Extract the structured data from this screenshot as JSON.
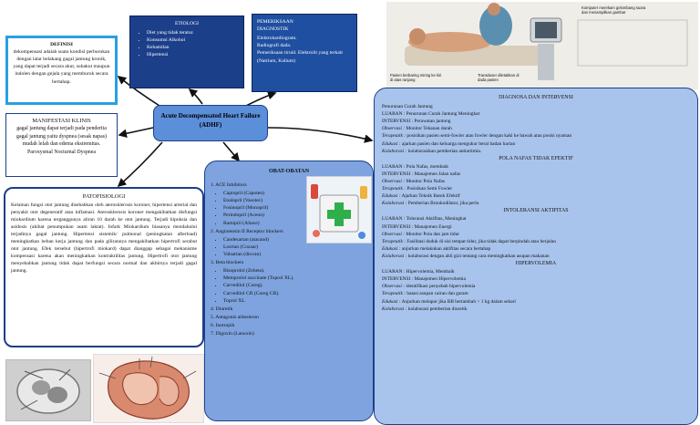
{
  "title": "Acute Decompensated Heart Failure (ADHF)",
  "definisi": {
    "title": "DEFINISI",
    "text": "dekompensasi adalah suatu kondisi perburukan dengan latar belakang gagal jantung kronik, yang dapat terjadi secara akut, subakut maupun indolen dengan gejala yang memburuk secara bertahap."
  },
  "manifestasi": {
    "title": "MANIFESTASI KLINIS",
    "text": "gagal jantung dapat terjadi pada penderita gagal jantung yaitu dyspnea (sesak napas) mudah lelah dan edema ekstremitas. Paroxysmal Nocturnal Dyspnea"
  },
  "etiologi": {
    "title": "ETIOLOGI",
    "items": [
      "Diet yang tidak teratur.",
      "Konsumsi Alkohol",
      "Kehamilan",
      "Hipertensi"
    ]
  },
  "pemeriksaan": {
    "title": "PEMERIKSAAN DIAGNOSTIK",
    "items": [
      "Elektrokardiogram.",
      "Radiografi dada.",
      "Pemeriksaan tiroid. Elektrolit yang terkait",
      "(Natrium, Kalium)"
    ]
  },
  "patofisiologi": {
    "title": "PATOFISIOLOGI",
    "text": "Kelainan fungsi otot jantung disebabkan oleh aterosklerosis koroner, hipertensi arterial dan penyakit otot degeneratif atau inflamasi. Aterosklerosis koroner mengakibatkan disfungsi miokardium karena terganggunya aliran 10 darah ke otot jantung. Terjadi hipoksia dan asidosis (akibat penumpukan asam laktat). Infark Miokardium biasanya mendahului terjadinya gagal jantung. Hipertensi sistemik/ pulmonal (peningkatan afterload) meningkatkan beban kerja jantung dan pada gilirannya mengakibatkan hipertrofi serabut otot jantung. Efek tersebut (hipertrofi miokard) dapat dianggap sebagai mekanisme kompensasi karena akan meningkatkan kontraktilitas jantung. Hipertrofi otot jantung menyebabkan jantung tidak dapat berfungsi secara normal dan akhirnya terjadi gagal jantung."
  },
  "obat": {
    "title": "OBAT-OBATAN",
    "groups": [
      {
        "label": "1. ACE Inhibitors",
        "items": [
          "Captopril (Capoten)",
          "Enalapril (Vasotec)",
          "Fosinopril (Monopril)",
          "Perindopril (Aceon)",
          "Ramipril (Altace)"
        ]
      },
      {
        "label": "2. Angiotensin II Receptor blockers",
        "items": [
          "Candesartan (atacand)",
          "Losrtan (Cozaar)",
          "Valsartan (diovan)"
        ]
      },
      {
        "label": "3. Beta blockers",
        "items": [
          "Bisoprolol (Zebeta).",
          "Metoprolol succinate (Toprol XL).",
          "Carvedilol (Coreg).",
          "Carvedilol CR (Coreg CR).",
          "Toprol XL"
        ]
      },
      {
        "label": "4. Diuretik",
        "items": []
      },
      {
        "label": "5. Antagonis aldosteron",
        "items": []
      },
      {
        "label": "6. Inotropik",
        "items": []
      },
      {
        "label": "7. Digoxin (Lanoxin)",
        "items": []
      }
    ]
  },
  "diagnosa": {
    "title": "DIAGNOSA DAN INTERVENSI",
    "sections": [
      {
        "heading": "",
        "lines": [
          {
            "k": "",
            "v": "Penurunan Curah Jantung"
          },
          {
            "k": "LUARAN :",
            "v": "Penurunan Curah Jantung Meningkat"
          },
          {
            "k": "INTERVENSI :",
            "v": "Perawatan jantung"
          },
          {
            "k": "Observasi :",
            "v": "Monitor Tekanan darah"
          },
          {
            "k": "Terapeutik :",
            "v": "posisikan pasien semi-fowler atau fowler dengan kaki ke bawah atau posisi nyaman"
          },
          {
            "k": "Edukasi :",
            "v": "ajarkan pasien dan keluarga mengukur berat badan harian"
          },
          {
            "k": "Kolaborasi :",
            "v": "kolaborasikan pemberian antiaritmia."
          }
        ]
      },
      {
        "heading": "POLA NAFAS TIDAK EFEKTIF",
        "lines": [
          {
            "k": "LUARAN :",
            "v": "Pola Nafas, membaik"
          },
          {
            "k": "INTERVENSI :",
            "v": "Manajemen Jalan nafas"
          },
          {
            "k": "Observasi :",
            "v": "Monitor Pola Nafas"
          },
          {
            "k": "Terapeutik :",
            "v": "Posisikan Semi Fowler"
          },
          {
            "k": "Edukasi :",
            "v": "Ajarkan Teknik Batuk Efektif"
          },
          {
            "k": "Kolaborasi :",
            "v": "Pemberian Bronkodilator, jika perlu"
          }
        ]
      },
      {
        "heading": "INTOLERANSI AKTIFITAS",
        "lines": [
          {
            "k": "LUARAN :",
            "v": "Toleransi Aktifitas, Meningkat"
          },
          {
            "k": "INTERVENSI :",
            "v": "Manajemen Energi"
          },
          {
            "k": "Observasi :",
            "v": "Monitor Pola dan jam tidur"
          },
          {
            "k": "Terapeutik :",
            "v": "Fasilitasi duduk di sisi tempat tidur, jika tidak dapat berpindah atau berjalan"
          },
          {
            "k": "Edukasi :",
            "v": "anjurkan melakukan aktifitas secara bertahap"
          },
          {
            "k": "Kolaborasi :",
            "v": "kolaborasi dengan ahli gizi tentang cara meningkatkan asupan makanan"
          }
        ]
      },
      {
        "heading": "HIPERVOLEMIA",
        "lines": [
          {
            "k": "LUARAN :",
            "v": "Hipervolemia, Membaik"
          },
          {
            "k": "INTERVENSI :",
            "v": "Manajemen Hipervolemia"
          },
          {
            "k": "Observasi :",
            "v": "identifikasi penyebab hipervolemia"
          },
          {
            "k": "Terapeutik :",
            "v": "batasi asupan cairan dan garam"
          },
          {
            "k": "Edukasi :",
            "v": "Anjurkan melapor jika BB bertambah > 1 kg dalam sehari"
          },
          {
            "k": "Kolaborasi :",
            "v": "kolaborasi pemberian diuretik"
          }
        ]
      }
    ]
  },
  "photo_captions": [
    "Pasien berbaring miring ke kiri di atas ranjang",
    "Transduser diletakkan di dada pasien",
    "Komputer merekam gelombang suara dan menampilkan gambar"
  ]
}
